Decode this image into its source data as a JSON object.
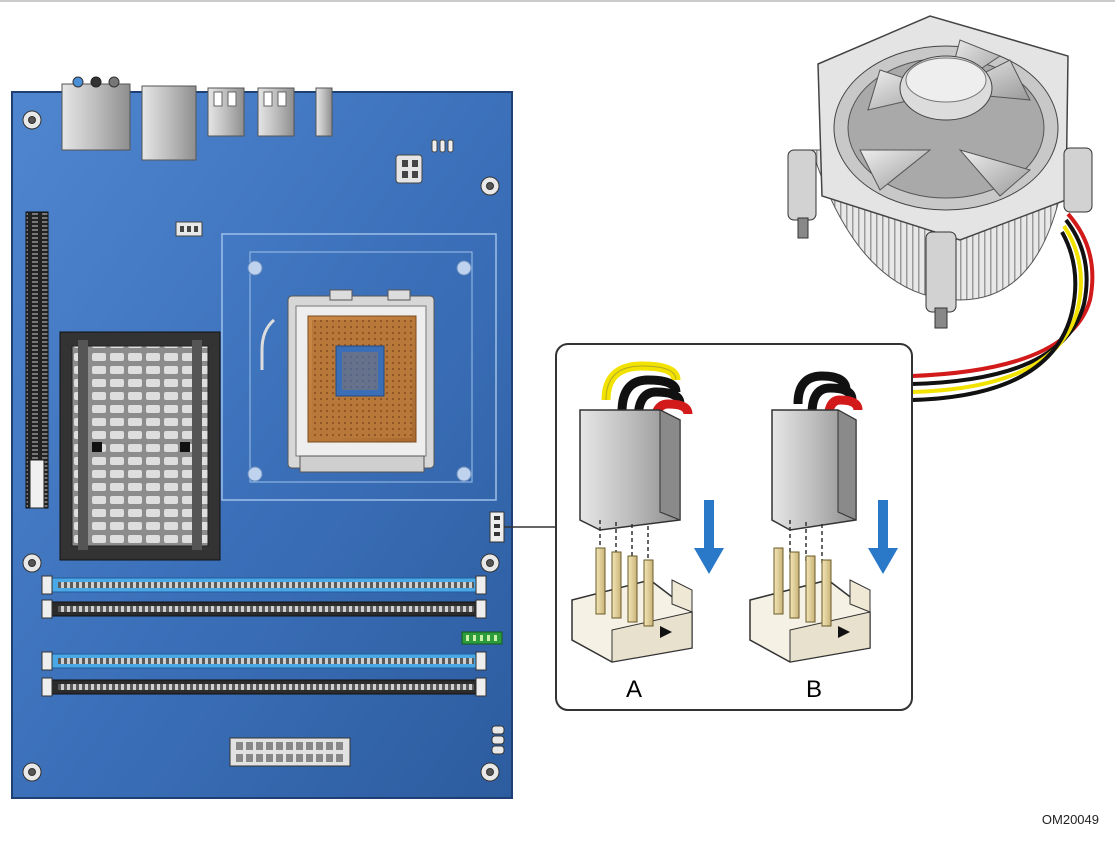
{
  "diagram": {
    "drawing_id": "OM20049",
    "connector_options": [
      {
        "label": "A",
        "pins": 4,
        "wire_colors": [
          "#f2e200",
          "#111111",
          "#111111",
          "#d21a1a"
        ]
      },
      {
        "label": "B",
        "pins": 3,
        "wire_colors": [
          "#111111",
          "#111111",
          "#d21a1a"
        ]
      }
    ]
  },
  "colors": {
    "board_blue": "#3a6fb8",
    "board_edge": "#1d3f73",
    "socket_gold": "#b8783a",
    "dimm_blue": "#4aa8e6",
    "dimm_black": "#2b2b2b",
    "callout_line": "#333333",
    "arrow_blue": "#2a78c8"
  },
  "icons": [
    "motherboard-diagram",
    "cpu-fan-heatsink",
    "fan-connector-4pin",
    "fan-connector-3pin",
    "down-arrow-icon"
  ]
}
